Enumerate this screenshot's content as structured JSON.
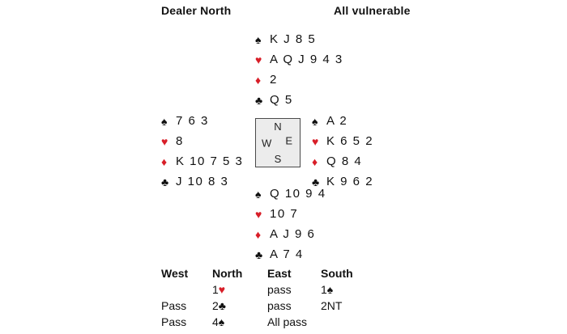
{
  "header": {
    "dealer": "Dealer North",
    "vulnerability": "All vulnerable"
  },
  "suits": {
    "spade": "♠",
    "heart": "♥",
    "diamond": "♦",
    "club": "♣"
  },
  "colors": {
    "suit_red": "#d81e28",
    "suit_black": "#111111"
  },
  "hands": {
    "north": {
      "spades": "K J 8 5",
      "hearts": "A Q J 9 4 3",
      "diamonds": "2",
      "clubs": "Q 5"
    },
    "west": {
      "spades": "7 6 3",
      "hearts": "8",
      "diamonds": "K 10 7 5 3",
      "clubs": "J 10 8 3"
    },
    "east": {
      "spades": "A 2",
      "hearts": "K 6 5 2",
      "diamonds": "Q 8 4",
      "clubs": "K 9 6 2"
    },
    "south": {
      "spades": "Q 10 9 4",
      "hearts": "10 7",
      "diamonds": "A J 9 6",
      "clubs": "A 7 4"
    }
  },
  "compass": {
    "n": "N",
    "e": "E",
    "s": "S",
    "w": "W"
  },
  "auction": {
    "headers": [
      "West",
      "North",
      "East",
      "South"
    ],
    "rows": [
      {
        "west": {
          "text": ""
        },
        "north": {
          "text": "1",
          "suit": "♥"
        },
        "east": {
          "text": "pass"
        },
        "south": {
          "text": "1",
          "suit": "♠"
        }
      },
      {
        "west": {
          "text": "Pass"
        },
        "north": {
          "text": "2",
          "suit": "♣"
        },
        "east": {
          "text": "pass"
        },
        "south": {
          "text": "2NT"
        }
      },
      {
        "west": {
          "text": "Pass"
        },
        "north": {
          "text": "4",
          "suit": "♠"
        },
        "east": {
          "text": "All pass"
        },
        "south": {
          "text": ""
        }
      }
    ]
  }
}
